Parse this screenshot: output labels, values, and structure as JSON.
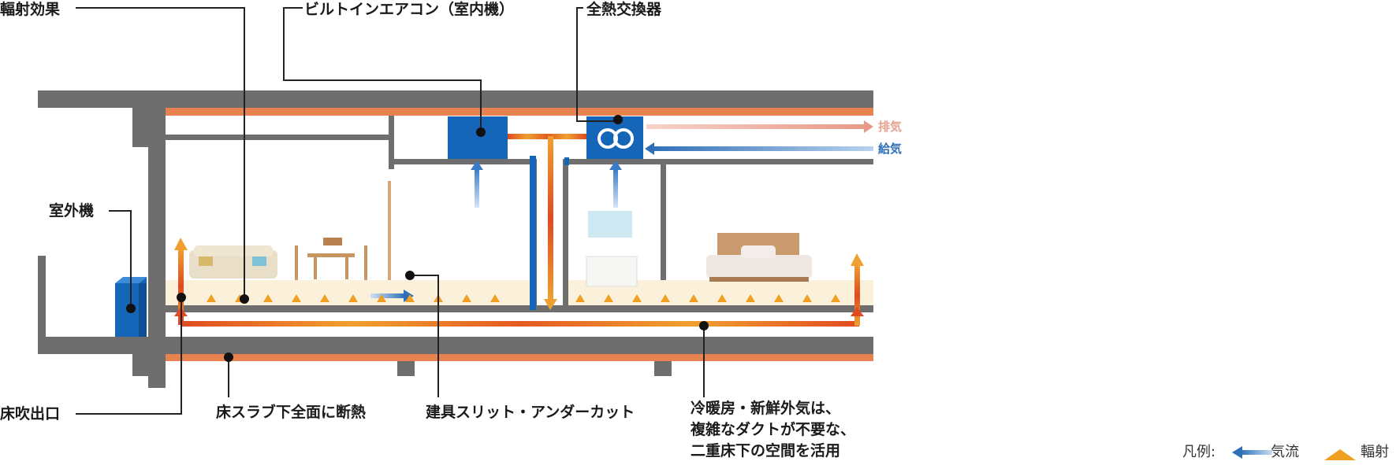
{
  "labels": {
    "radiation_effect": "輻射効果",
    "builtin_ac": "ビルトインエアコン（室内機）",
    "erv": "全熱交換器",
    "outdoor_unit": "室外機",
    "floor_outlet": "床吹出口",
    "slab_insulation": "床スラブ下全面に断熱",
    "door_slit": "建具スリット・アンダーカット",
    "exhaust": "排気",
    "supply": "給気"
  },
  "note": {
    "lines": [
      "冷暖房・新鮮外気は、",
      "複雑なダクトが不要な、",
      "二重床下の空間を活用"
    ]
  },
  "legend": {
    "prefix": "凡例:",
    "airflow": "気流",
    "radiation": "輻射"
  },
  "colors": {
    "structure": "#6e6e6e",
    "insulation": "#e8834f",
    "unit_blue": "#1565b8",
    "warm_flow": "#e8632a",
    "flow_blue": "#3a7bc8",
    "exhaust_text": "#e8a090",
    "supply_text": "#2f6fb8",
    "floor_band": "#fbf1da",
    "radiation_mark": "#f0a020"
  }
}
